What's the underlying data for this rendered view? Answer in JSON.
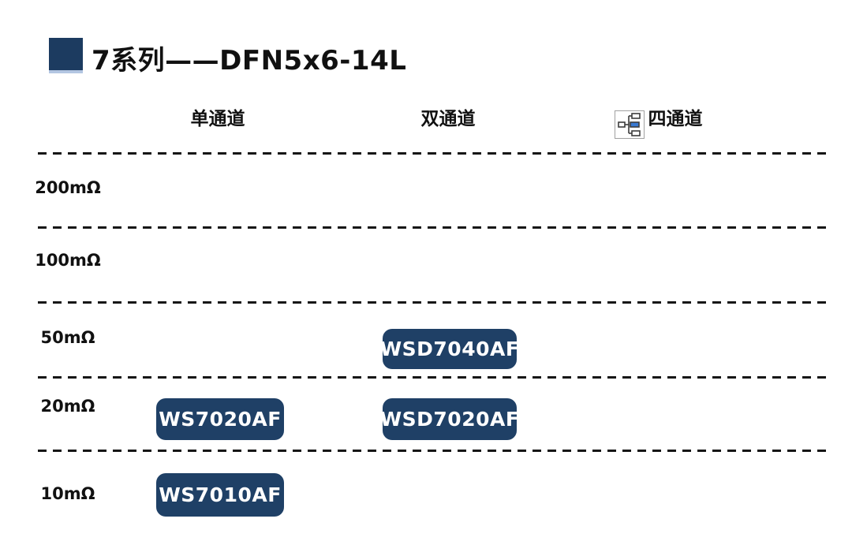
{
  "title": "7系列——DFN5x6-14L",
  "columns": {
    "single": "单通道",
    "dual": "双通道",
    "quad": "四通道",
    "quad_icon": "org-chart-placeholder-icon"
  },
  "rows": {
    "r200": "200mΩ",
    "r100": "100mΩ",
    "r50": "50mΩ",
    "r20": "20mΩ",
    "r10": "10mΩ"
  },
  "products": {
    "wsd7040af": "WSD7040AF",
    "ws7020af": "WS7020AF",
    "wsd7020af": "WSD7020AF",
    "ws7010af": "WS7010AF"
  },
  "colors": {
    "chip_navy": "#1f4066",
    "title_square_navy": "#1c3b60",
    "title_square_edge": "#b3c6e2",
    "icon_blue": "#3a7ad1",
    "text": "#111111"
  },
  "chart_data": {
    "type": "table",
    "title": "7系列——DFN5x6-14L",
    "columns": [
      "单通道",
      "双通道",
      "四通道"
    ],
    "rows": [
      "200mΩ",
      "100mΩ",
      "50mΩ",
      "20mΩ",
      "10mΩ"
    ],
    "placements": [
      {
        "row": "50mΩ",
        "column": "双通道",
        "product": "WSD7040AF"
      },
      {
        "row": "20mΩ",
        "column": "单通道",
        "product": "WS7020AF"
      },
      {
        "row": "20mΩ",
        "column": "双通道",
        "product": "WSD7020AF"
      },
      {
        "row": "10mΩ",
        "column": "单通道",
        "product": "WS7010AF"
      }
    ],
    "layout": {
      "grid": "dashed horizontal separators between resistance rows",
      "legend": "none"
    }
  }
}
